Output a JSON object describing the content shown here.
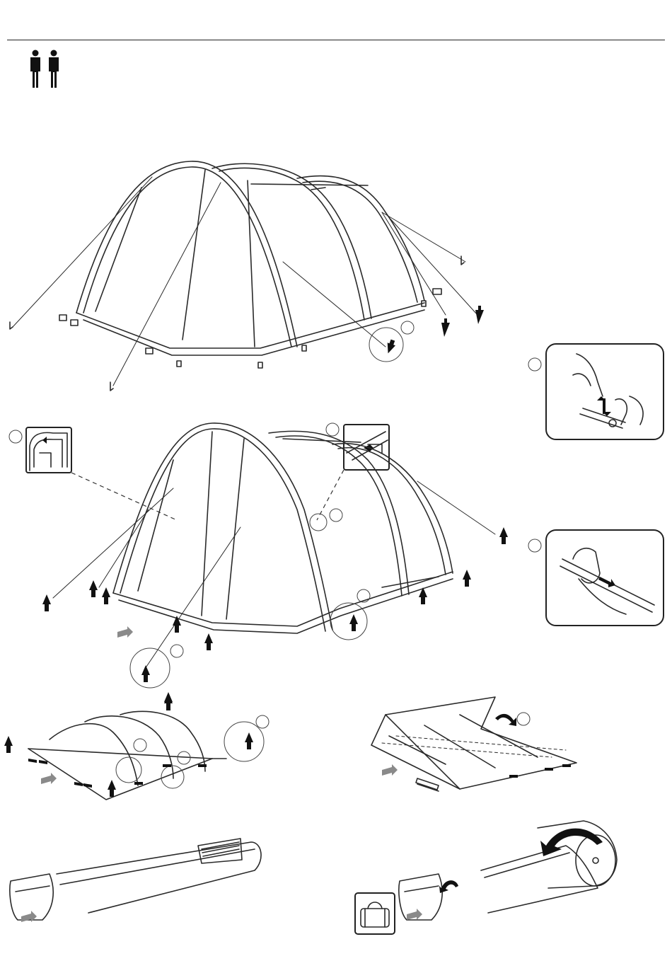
{
  "colors": {
    "line": "#2a2a2a",
    "arrow": "#111111",
    "hint_arrow": "#8a8a8a",
    "background": "#ffffff"
  },
  "header": {
    "persons_required": 2,
    "icon": "two-persons-icon"
  },
  "steps": [
    {
      "name": "release-guylines-and-pegs",
      "icon": "tent-with-guylines-icon"
    },
    {
      "name": "loosen-pole-ends-detail",
      "icon": "hand-pole-tip-icon"
    },
    {
      "name": "pull-pegs-and-detach-poles",
      "icon": "tent-collapsed-arches-icon"
    },
    {
      "name": "slide-pole-out-of-sleeve",
      "icon": "hand-pull-pole-icon"
    },
    {
      "name": "collapse-arches-pull-pegs",
      "icon": "flattened-arches-icon"
    },
    {
      "name": "fold-flat-tent",
      "icon": "folded-tent-icon"
    },
    {
      "name": "place-poles-and-roll",
      "icon": "roll-with-poles-icon"
    },
    {
      "name": "roll-and-pack-into-bag",
      "icon": "carry-bag-icon"
    }
  ]
}
